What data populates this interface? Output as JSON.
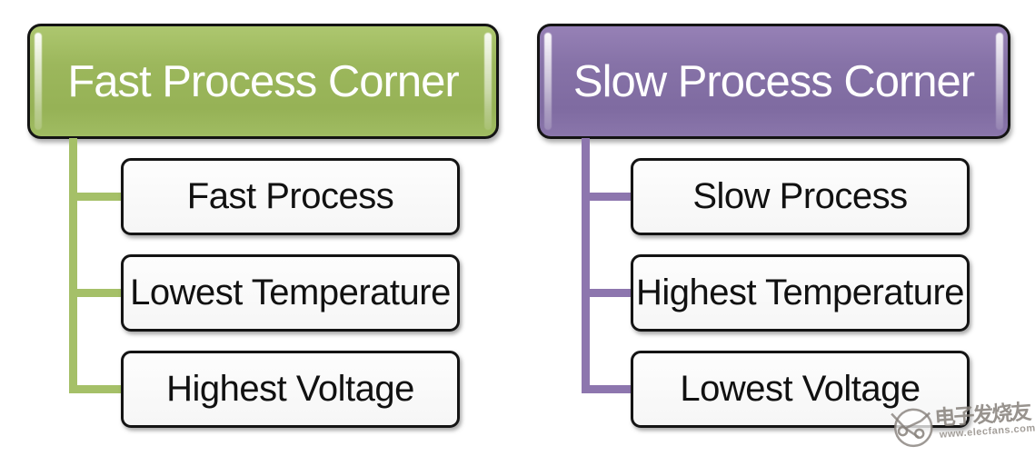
{
  "page": {
    "background": "#ffffff",
    "description": "Process corner hierarchy diagram with two trees"
  },
  "diagram": {
    "type": "hierarchy",
    "trees": [
      {
        "header": "Fast Process Corner",
        "header_color": "#9cb75c",
        "connector_color": "#a5c068",
        "children": [
          "Fast Process",
          "Lowest Temperature",
          "Highest Voltage"
        ]
      },
      {
        "header": "Slow Process Corner",
        "header_color": "#8672a7",
        "connector_color": "#8d76ae",
        "children": [
          "Slow Process",
          "Highest Temperature",
          "Lowest Voltage"
        ]
      }
    ],
    "child_box_fill": "#fafafa",
    "box_border_color": "#141414",
    "header_text_color": "#ffffff",
    "child_text_color": "#111111"
  },
  "watermark": {
    "site_name": "电子发烧友",
    "site_url": "www.elecfans.com",
    "color": "#86807a"
  }
}
